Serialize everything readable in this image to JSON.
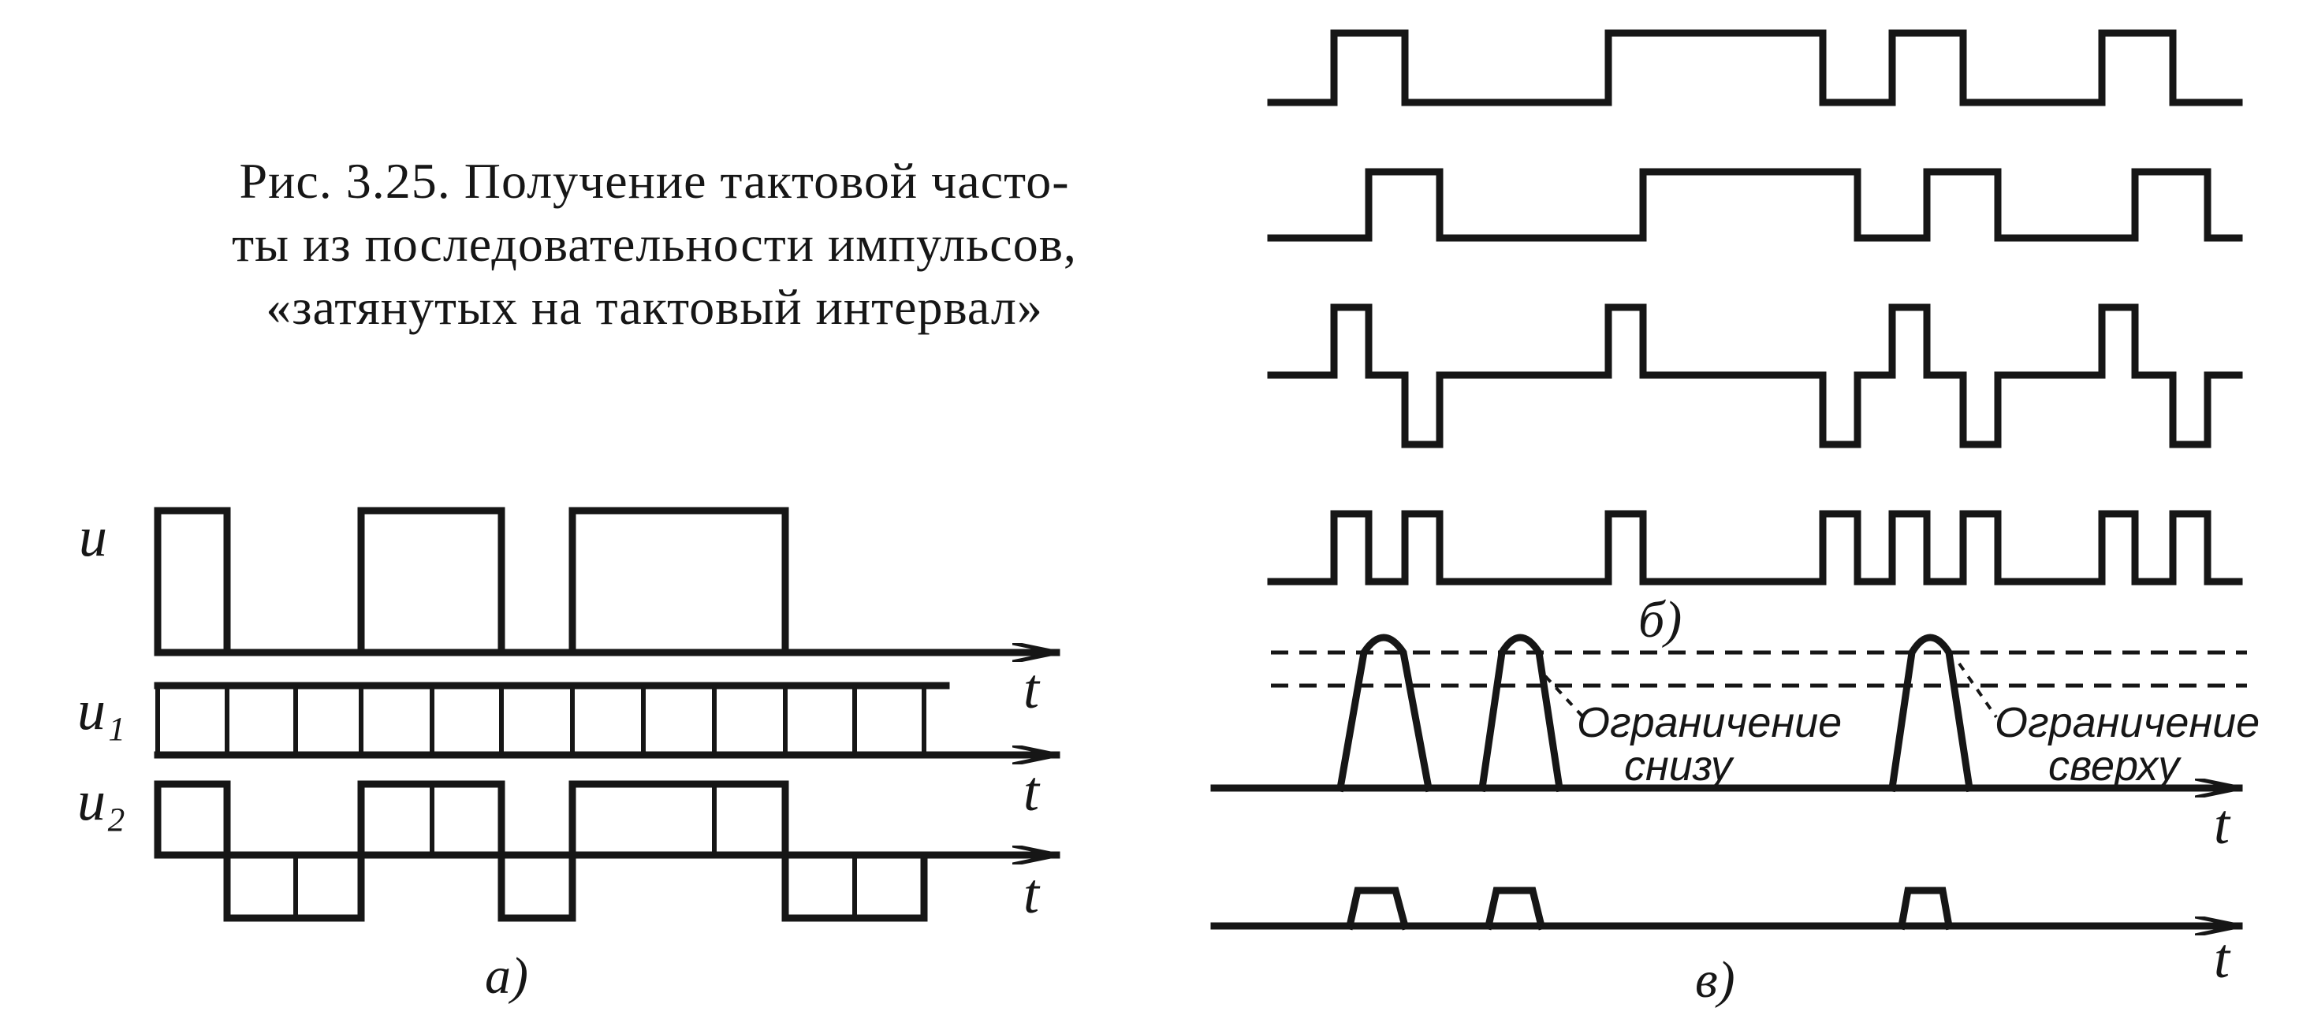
{
  "caption": {
    "lines": [
      "Рис. 3.25. Получение тактовой часто-",
      "ты из последовательности импульсов,",
      "«затянутых на тактовый интервал»"
    ]
  },
  "panel_a": {
    "label": "а)",
    "signals": [
      {
        "name": "u",
        "axis": "t"
      },
      {
        "name": "u₁",
        "axis": "t"
      },
      {
        "name": "u₂",
        "axis": "t"
      }
    ]
  },
  "panel_b": {
    "label": "б)"
  },
  "panel_v": {
    "label": "в)",
    "axis": "t",
    "notes": {
      "lower": [
        "Ограничение",
        "снизу"
      ],
      "upper": [
        "Ограничение",
        "сверху"
      ]
    }
  },
  "colors": {
    "ink": "#161616",
    "paper": "#ffffff"
  }
}
